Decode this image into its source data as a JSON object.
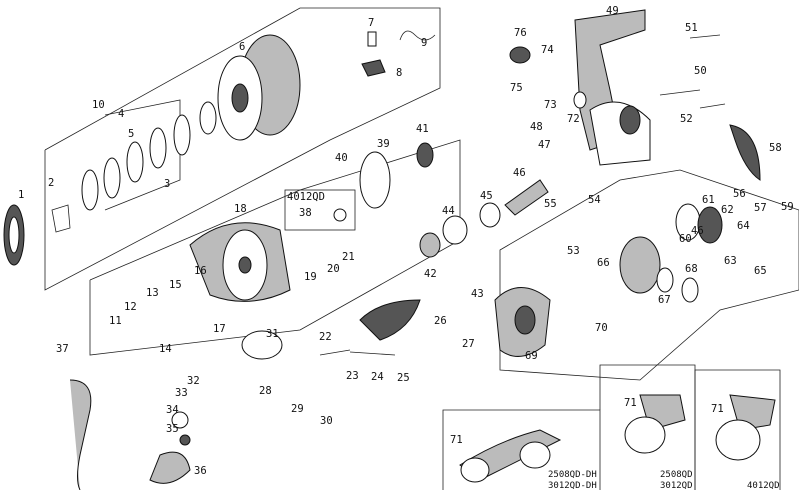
{
  "title": "Spinning reel exploded parts diagram",
  "part_numbers": [
    "1",
    "2",
    "3",
    "4",
    "5",
    "6",
    "7",
    "8",
    "9",
    "10",
    "11",
    "12",
    "13",
    "14",
    "15",
    "16",
    "17",
    "18",
    "19",
    "20",
    "21",
    "22",
    "23",
    "24",
    "25",
    "26",
    "27",
    "28",
    "29",
    "30",
    "31",
    "32",
    "33",
    "34",
    "35",
    "36",
    "37",
    "38",
    "39",
    "40",
    "41",
    "42",
    "43",
    "44",
    "45",
    "46",
    "46",
    "47",
    "48",
    "49",
    "50",
    "51",
    "52",
    "53",
    "54",
    "55",
    "56",
    "57",
    "58",
    "59",
    "60",
    "61",
    "62",
    "63",
    "64",
    "65",
    "66",
    "67",
    "68",
    "69",
    "70",
    "71",
    "71",
    "71",
    "72",
    "73",
    "74",
    "75",
    "76"
  ],
  "model_box_label": "4012QD",
  "handle_variants": [
    {
      "line1": "2508QD-DH",
      "line2": "3012QD-DH"
    },
    {
      "line1": "2508QD",
      "line2": "3012QD"
    },
    {
      "line1": "4012QD",
      "line2": ""
    }
  ]
}
